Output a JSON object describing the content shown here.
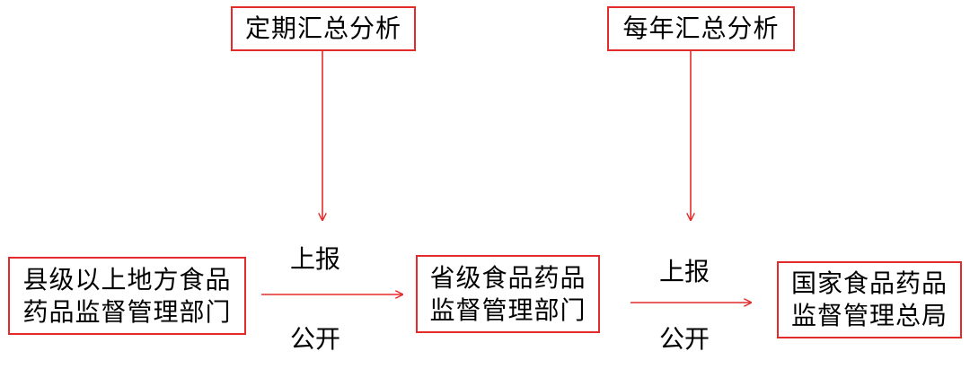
{
  "top_boxes": {
    "periodic": "定期汇总分析",
    "annual": "每年汇总分析"
  },
  "nodes": {
    "county": {
      "line1": "县级以上地方食品",
      "line2": "药品监督管理部门"
    },
    "province": {
      "line1": "省级食品药品",
      "line2": "监督管理部门"
    },
    "national": {
      "line1": "国家食品药品",
      "line2": "监督管理总局"
    }
  },
  "edges": {
    "left": {
      "above": "上报",
      "below": "公开"
    },
    "right": {
      "above": "上报",
      "below": "公开"
    }
  },
  "colors": {
    "accent": "#e32b2b",
    "text": "#000000"
  }
}
